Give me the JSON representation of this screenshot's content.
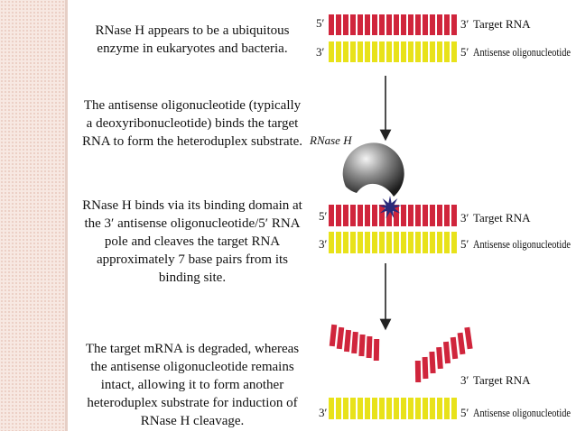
{
  "paragraphs": [
    "RNase H appears to be a ubiquitous enzyme in eukaryotes and bacteria.",
    "The antisense oligonucleotide (typically a deoxyribonucleotide) binds the target RNA to form the heteroduplex substrate.",
    "RNase H binds via its binding domain at the 3′ antisense oligonucleotide/5′ RNA pole and cleaves the target RNA approximately 7 base pairs from its binding site.",
    "The target mRNA is degraded, whereas the antisense oligonucleotide remains intact, allowing it to form another heteroduplex substrate for induction of RNase H cleavage."
  ],
  "diagram": {
    "enzyme_label": "RNase H",
    "end_5prime": "5′",
    "end_3prime": "3′",
    "target_rna_label": "Target RNA",
    "antisense_label": "Antisense oligonucleotide",
    "colors": {
      "target_rna": "#d0253c",
      "antisense": "#e8e21a",
      "cleavage_star": "#2a2a7a",
      "enzyme": "#555555"
    }
  }
}
